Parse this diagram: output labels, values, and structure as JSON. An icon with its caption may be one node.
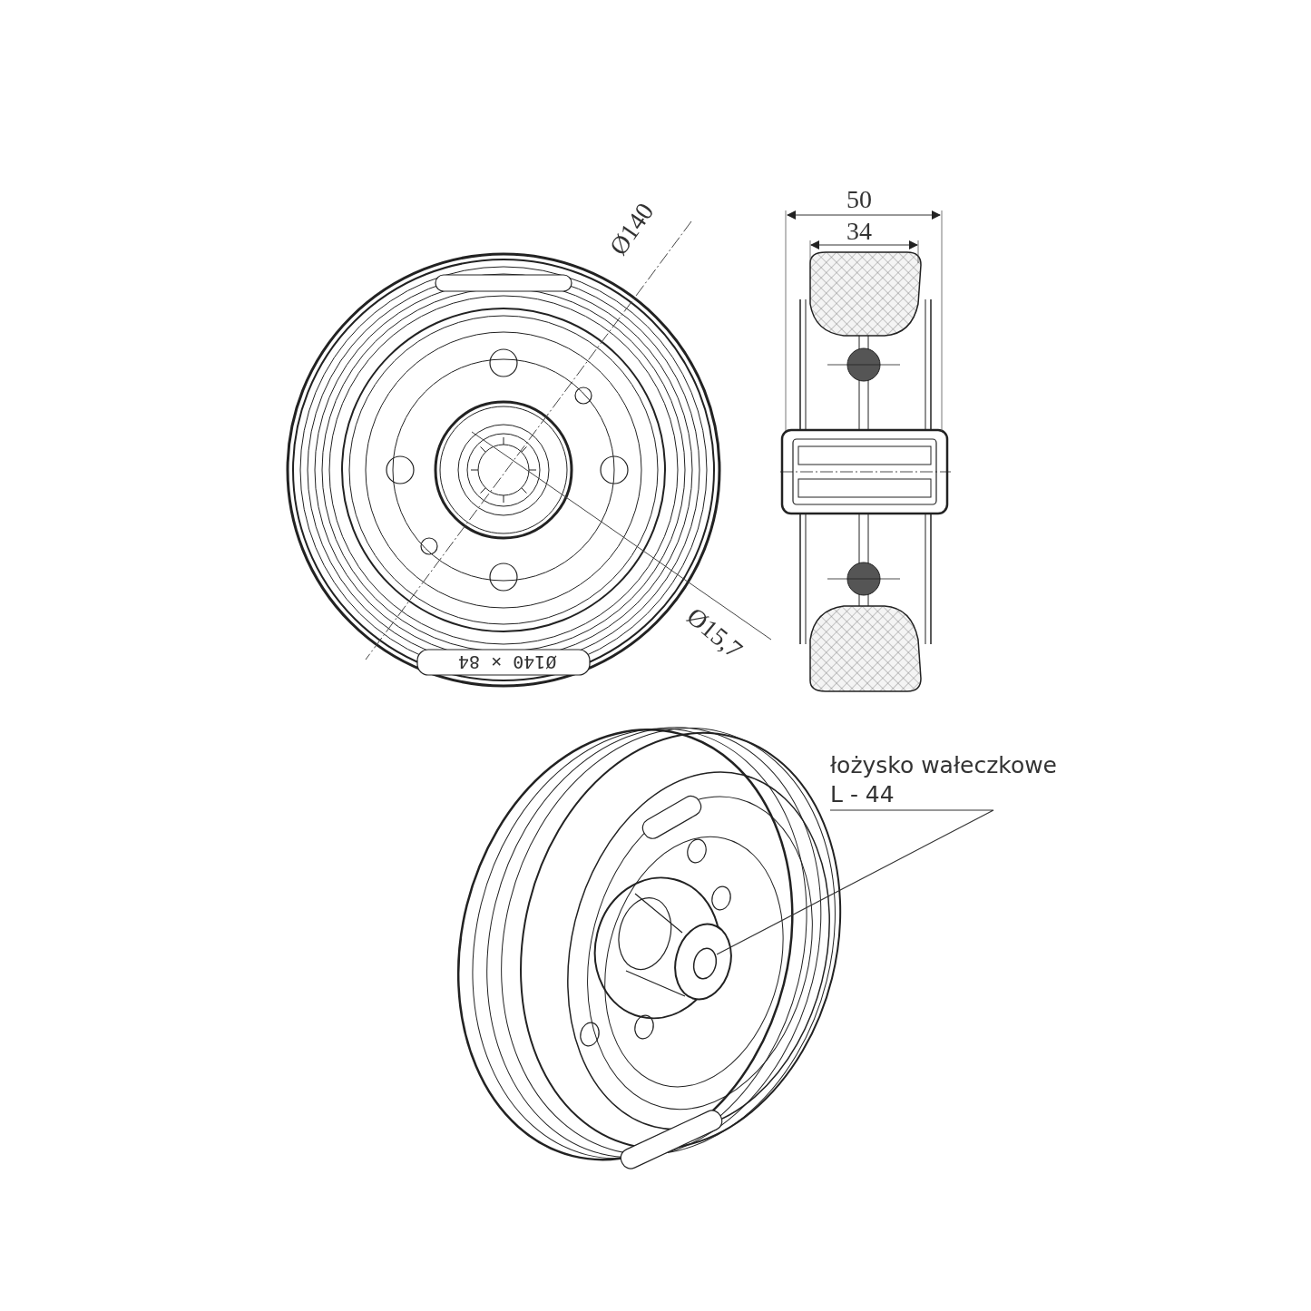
{
  "diagram": {
    "nodes": [
      {
        "text": [
          "łożysko wałeczkowe L - 44"
        ]
      },
      {
        "text": [],
        "shape": "picture"
      }
    ],
    "edges": [
      {
        "from": 0,
        "to": 1,
        "arrow": "none"
      }
    ],
    "labels": [
      "Ø140",
      "Ø15,7",
      "50",
      "34",
      "Ø140 × 84"
    ]
  }
}
